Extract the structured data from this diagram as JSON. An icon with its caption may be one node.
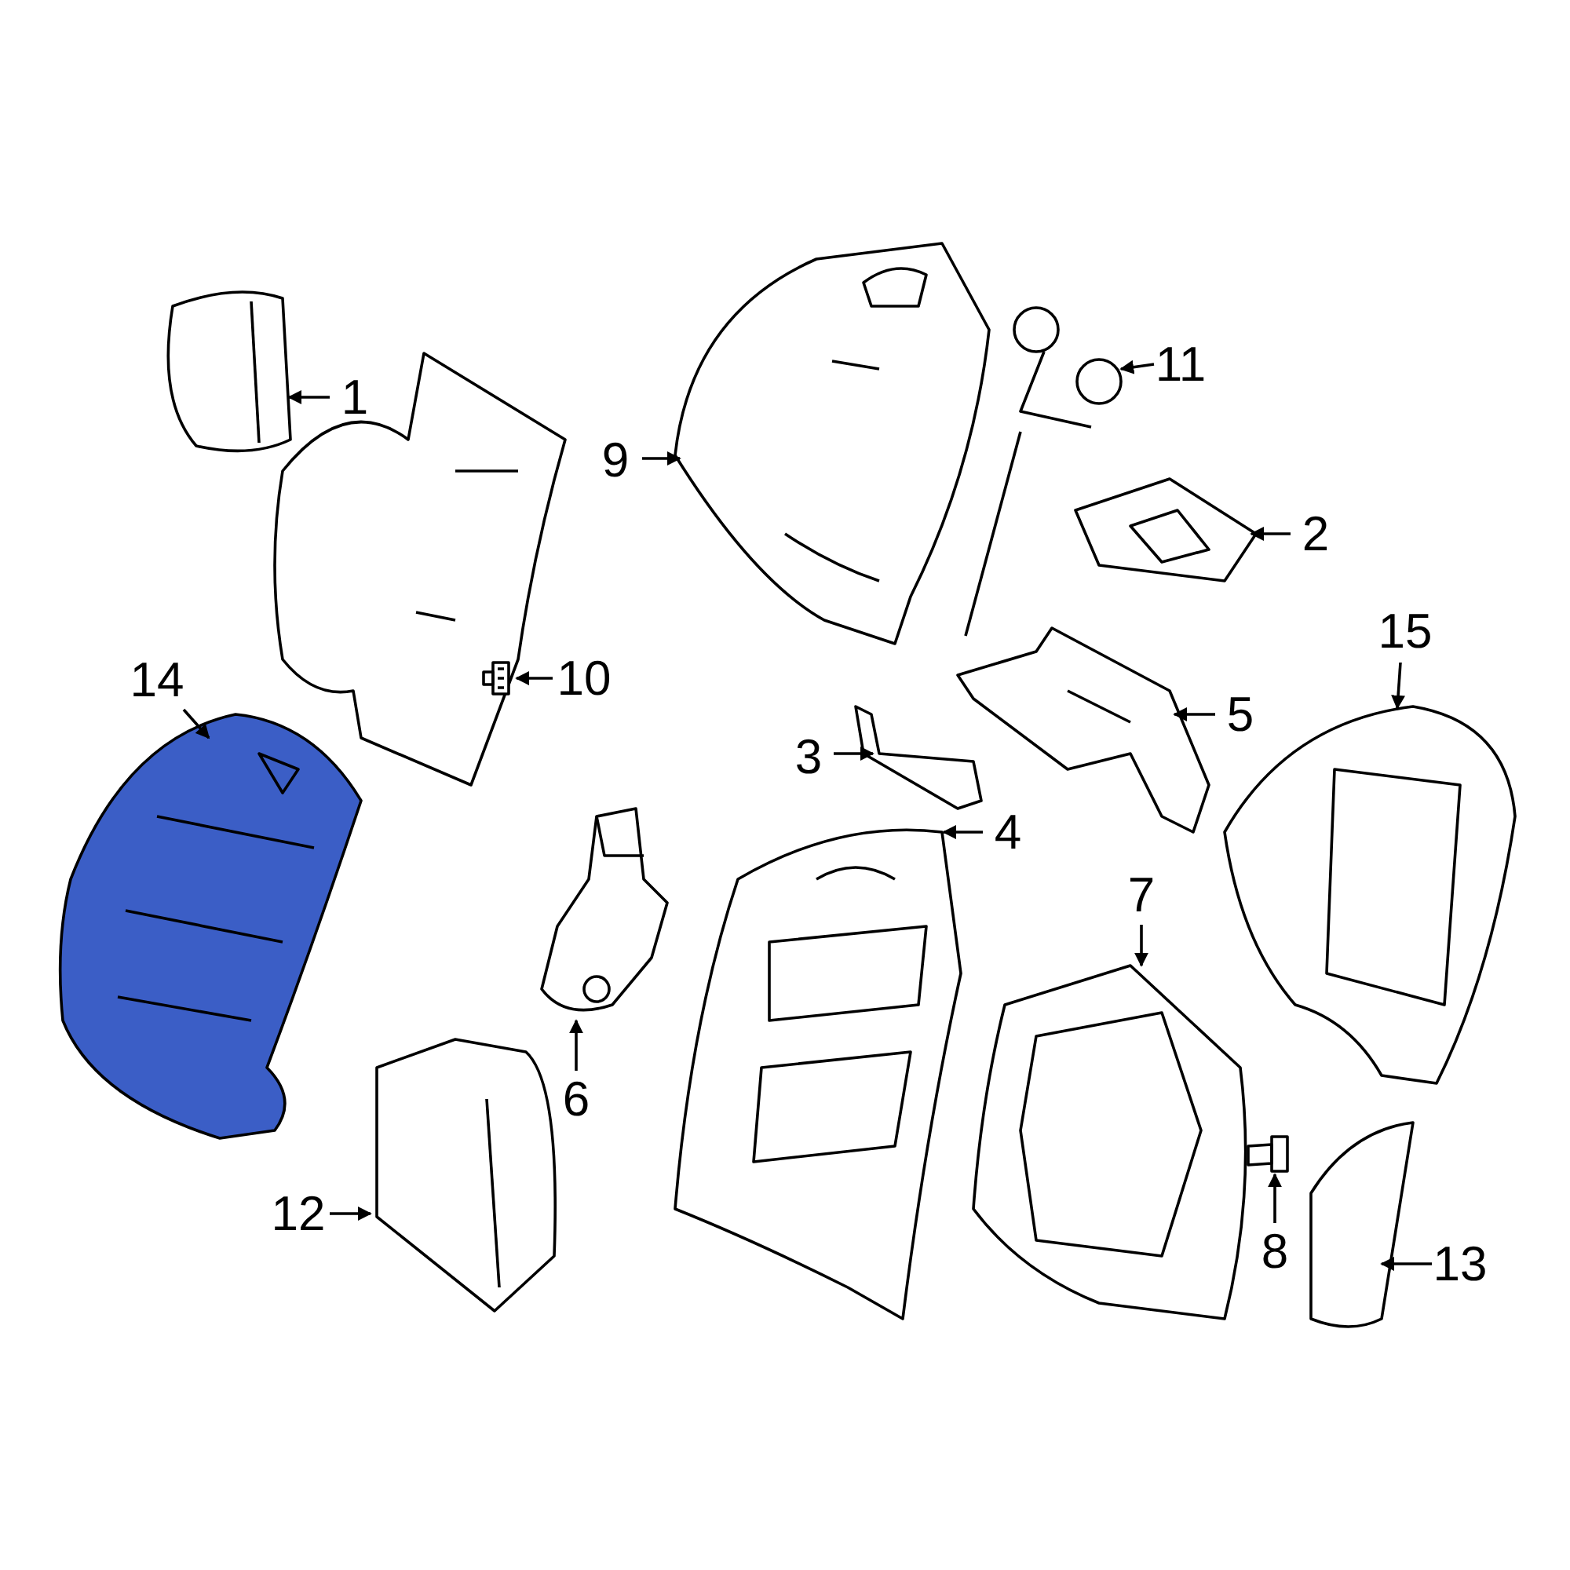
{
  "diagram": {
    "nodes": [
      {
        "text": [
          "1"
        ]
      },
      {
        "text": [
          "2"
        ]
      },
      {
        "text": [
          "3"
        ]
      },
      {
        "text": [
          "4"
        ]
      },
      {
        "text": [
          "5"
        ]
      },
      {
        "text": [
          "6"
        ]
      },
      {
        "text": [
          "7"
        ]
      },
      {
        "text": [
          "8"
        ]
      },
      {
        "text": [
          "9"
        ]
      },
      {
        "text": [
          "10"
        ]
      },
      {
        "text": [
          "11"
        ]
      },
      {
        "text": [
          "12"
        ]
      },
      {
        "text": [
          "13"
        ]
      },
      {
        "text": [
          "14"
        ]
      },
      {
        "text": [
          "15"
        ]
      },
      {
        "text": [],
        "shape": "picture"
      },
      {
        "text": [],
        "shape": "picture"
      },
      {
        "text": [],
        "shape": "picture"
      },
      {
        "text": [],
        "shape": "picture"
      },
      {
        "text": [],
        "shape": "picture"
      },
      {
        "text": [],
        "shape": "picture"
      },
      {
        "text": [],
        "shape": "picture"
      },
      {
        "text": [],
        "shape": "picture"
      },
      {
        "text": [],
        "shape": "picture"
      },
      {
        "text": [],
        "shape": "picture"
      },
      {
        "text": [],
        "shape": "picture"
      },
      {
        "text": [],
        "shape": "picture"
      },
      {
        "text": [],
        "shape": "picture"
      },
      {
        "text": [],
        "shape": "picture"
      },
      {
        "text": [],
        "shape": "picture"
      }
    ],
    "edges": [
      {
        "from": 0,
        "to": 15,
        "arrow": "to"
      },
      {
        "from": 1,
        "to": 16,
        "arrow": "to"
      },
      {
        "from": 2,
        "to": 17,
        "arrow": "to"
      },
      {
        "from": 3,
        "to": 18,
        "arrow": "to"
      },
      {
        "from": 4,
        "to": 19,
        "arrow": "to"
      },
      {
        "from": 5,
        "to": 20,
        "arrow": "to"
      },
      {
        "from": 6,
        "to": 21,
        "arrow": "to"
      },
      {
        "from": 7,
        "to": 22,
        "arrow": "to"
      },
      {
        "from": 8,
        "to": 23,
        "arrow": "to"
      },
      {
        "from": 9,
        "to": 24,
        "arrow": "to"
      },
      {
        "from": 10,
        "to": 25,
        "arrow": "to"
      },
      {
        "from": 11,
        "to": 26,
        "arrow": "to"
      },
      {
        "from": 12,
        "to": 27,
        "arrow": "to"
      },
      {
        "from": 13,
        "to": 28,
        "arrow": "to"
      },
      {
        "from": 14,
        "to": 29,
        "arrow": "to"
      }
    ]
  }
}
